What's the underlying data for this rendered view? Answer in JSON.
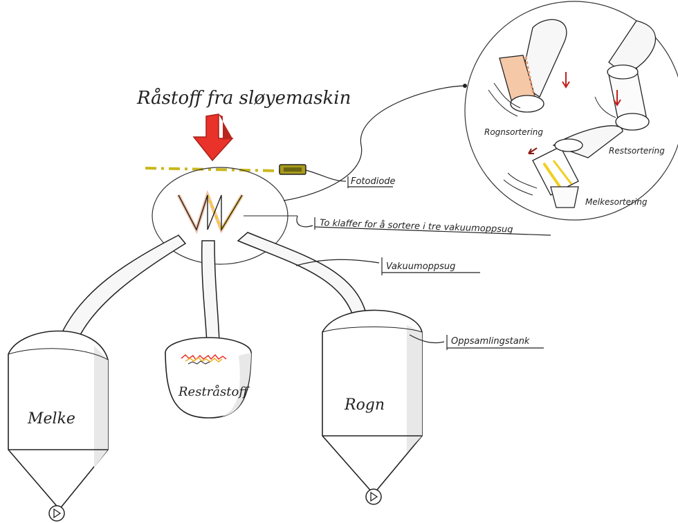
{
  "title": "Råstoff fra sløyemaskin",
  "labels": {
    "fotodiode": "Fotodiode",
    "flaps": "To klaffer for å sortere i tre vakuumoppsug",
    "vacuum": "Vakuumoppsug",
    "tank": "Oppsamlingstank"
  },
  "containers": {
    "left": "Melke",
    "middle": "Restråstoff",
    "right": "Rogn"
  },
  "detail": {
    "rogn": "Rognsortering",
    "rest": "Restsortering",
    "melke": "Melkesortering"
  },
  "colors": {
    "arrow": "#e8322a",
    "beam": "#c9b81e",
    "diode": "#a99a1c",
    "ink": "#222222",
    "shade": "#e8e8e8",
    "flap_orange": "#e89a70",
    "flap_yellow": "#f0d020"
  },
  "icons": {
    "valve": "valve-icon"
  }
}
